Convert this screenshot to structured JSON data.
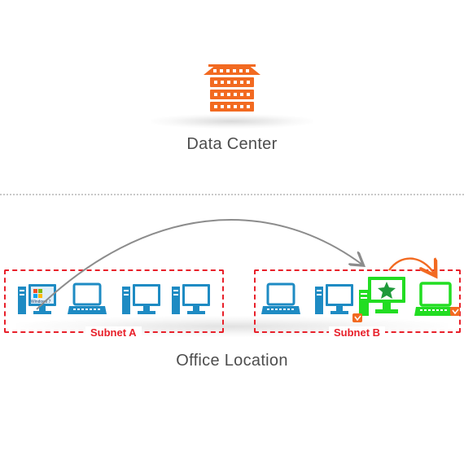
{
  "data_center": {
    "label": "Data Center",
    "icon": "server-rack-icon",
    "color": "#f26a21"
  },
  "office": {
    "label": "Office Location"
  },
  "subnets": [
    {
      "label": "Subnet A",
      "color": "#e8202a",
      "devices": [
        "desktop-windows7-icon",
        "laptop-icon",
        "desktop-icon",
        "desktop-icon"
      ]
    },
    {
      "label": "Subnet B",
      "color": "#e8202a",
      "devices": [
        "laptop-icon",
        "desktop-icon",
        "desktop-star-icon",
        "laptop-icon"
      ]
    }
  ],
  "windows_badge": "Windows 7",
  "colors": {
    "device": "#1e8bc3",
    "highlight": "#22dd22",
    "arrow_grey": "#8c8c8c",
    "arrow_orange": "#f26a21"
  }
}
